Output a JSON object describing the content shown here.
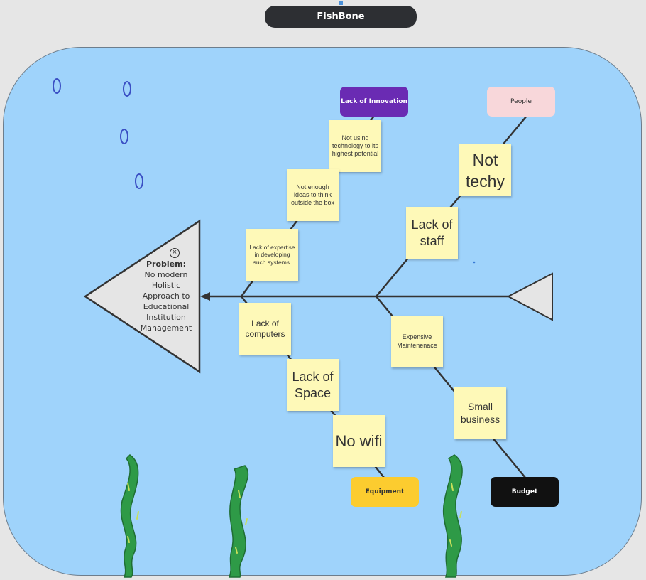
{
  "title": "FishBone",
  "problem": {
    "heading": "Problem:",
    "text": "No modern Holistic Approach to Educational Institution Management"
  },
  "categories": {
    "innovation": "Lack of Innovation",
    "people": "People",
    "equipment": "Equipment",
    "budget": "Budget"
  },
  "causes": {
    "not_using_tech": "Not using technology to its highest potential",
    "not_enough_ideas": "Not enough ideas to think outside the box",
    "lack_expertise": "Lack of expertise in developing such systems.",
    "not_techy": "Not techy",
    "lack_staff": "Lack of staff",
    "lack_computers": "Lack of computers",
    "lack_space": "Lack of Space",
    "no_wifi": "No wifi",
    "expensive_maint": "Expensive Maintenenace",
    "small_business": "Small business"
  },
  "colors": {
    "water": "#9fd3fb",
    "sticky": "#fef9b8",
    "innovation": "#6a2bb3",
    "people": "#f8d7da",
    "equipment": "#fccc2f",
    "budget": "#111111",
    "seaweed": "#2e9a47",
    "bubble": "#3a4fc4"
  }
}
